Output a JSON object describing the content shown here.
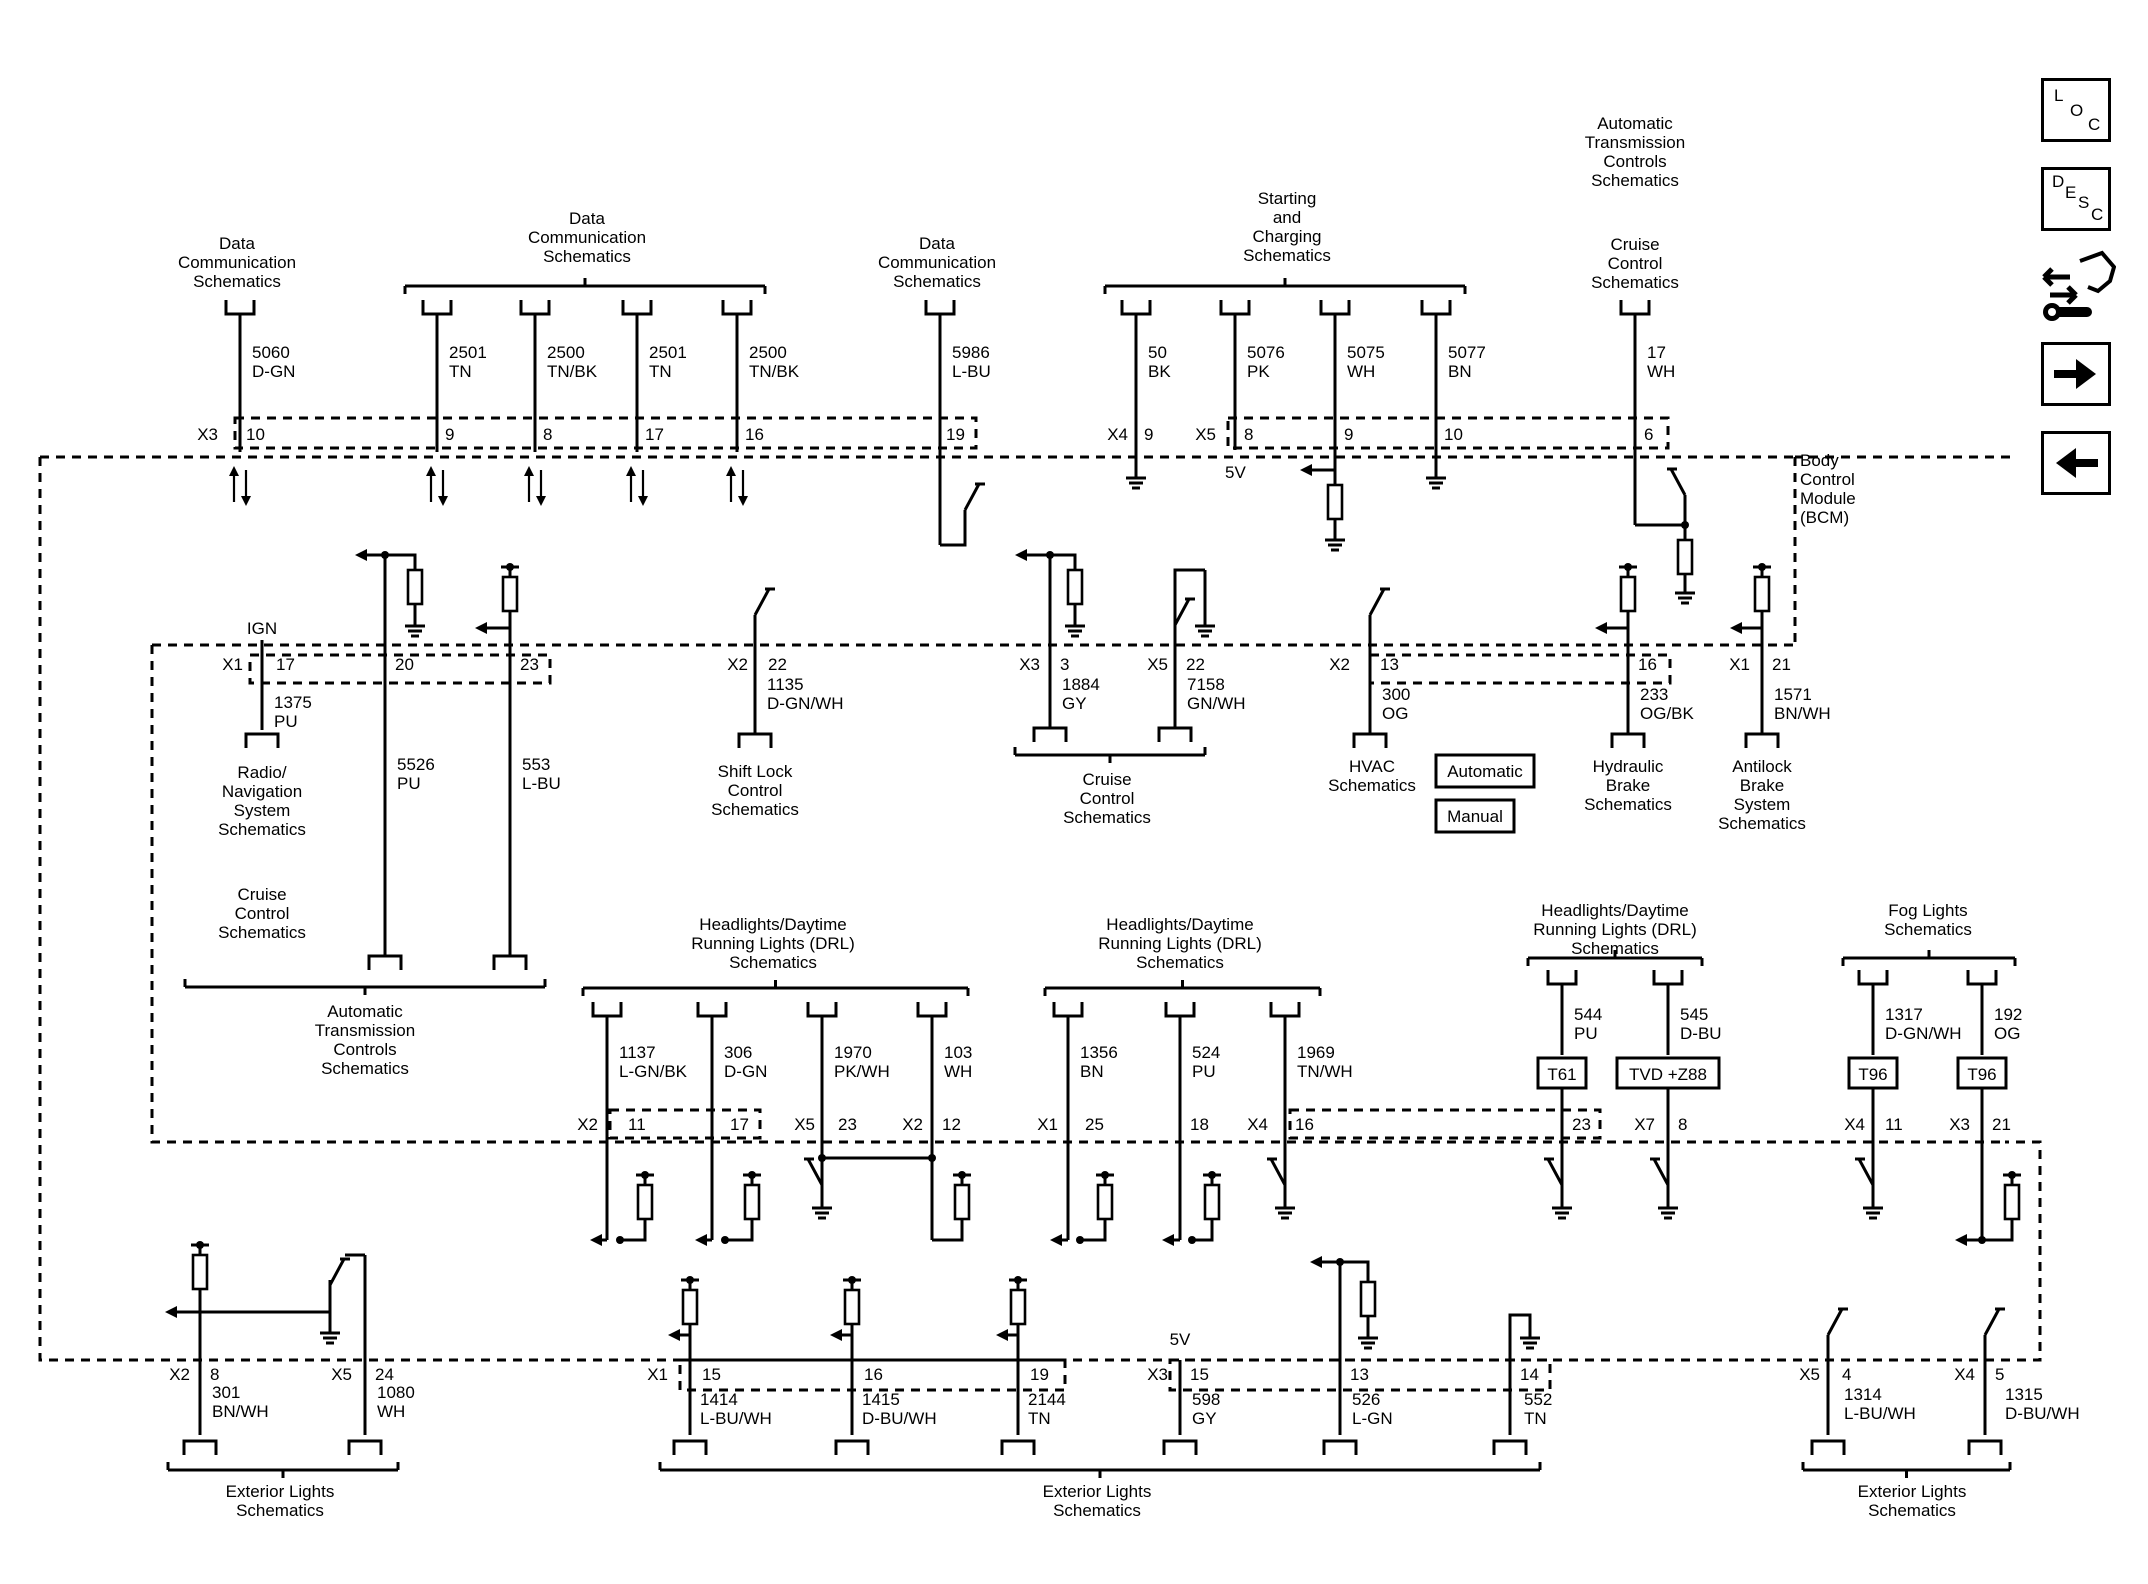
{
  "nav": {
    "loc": [
      "L",
      "O",
      "C"
    ],
    "desc": [
      "D",
      "E",
      "S",
      "C"
    ]
  },
  "module": {
    "lines": [
      "Body",
      "Control",
      "Module",
      "(BCM)"
    ]
  },
  "refs": [
    {
      "lines": [
        "Data",
        "Communication",
        "Schematics"
      ]
    },
    {
      "lines": [
        "Data",
        "Communication",
        "Schematics"
      ]
    },
    {
      "lines": [
        "Data",
        "Communication",
        "Schematics"
      ]
    },
    {
      "lines": [
        "Starting",
        "and",
        "Charging",
        "Schematics"
      ]
    },
    {
      "lines": [
        "Automatic",
        "Transmission",
        "Controls",
        "Schematics"
      ]
    },
    {
      "lines": [
        "Cruise",
        "Control",
        "Schematics"
      ]
    },
    {
      "lines": [
        "Radio/",
        "Navigation",
        "System",
        "Schematics"
      ]
    },
    {
      "lines": [
        "Cruise",
        "Control",
        "Schematics"
      ]
    },
    {
      "lines": [
        "Automatic",
        "Transmission",
        "Controls",
        "Schematics"
      ]
    },
    {
      "lines": [
        "Shift Lock",
        "Control",
        "Schematics"
      ]
    },
    {
      "lines": [
        "Cruise",
        "Control",
        "Schematics"
      ]
    },
    {
      "lines": [
        "HVAC",
        "Schematics"
      ]
    },
    {
      "lines": [
        "Hydraulic",
        "Brake",
        "Schematics"
      ]
    },
    {
      "lines": [
        "Antilock",
        "Brake",
        "System",
        "Schematics"
      ]
    },
    {
      "lines": [
        "Headlights/Daytime",
        "Running Lights (DRL)",
        "Schematics"
      ]
    },
    {
      "lines": [
        "Headlights/Daytime",
        "Running Lights (DRL)",
        "Schematics"
      ]
    },
    {
      "lines": [
        "Headlights/Daytime",
        "Running Lights (DRL)",
        "Schematics"
      ]
    },
    {
      "lines": [
        "Fog Lights",
        "Schematics"
      ]
    },
    {
      "lines": [
        "Exterior Lights",
        "Schematics"
      ]
    },
    {
      "lines": [
        "Exterior Lights",
        "Schematics"
      ]
    },
    {
      "lines": [
        "Exterior Lights",
        "Schematics"
      ]
    }
  ],
  "option_boxes": [
    "Automatic",
    "Manual"
  ],
  "option_codes": [
    "T61",
    "TVD +Z88",
    "T96",
    "T96"
  ],
  "connectors": [
    "X3",
    "X4",
    "X5",
    "X1",
    "X2",
    "X3",
    "X5",
    "X2",
    "X1",
    "X2",
    "X5",
    "X2",
    "X1",
    "X4",
    "X7",
    "X4",
    "X3",
    "X2",
    "X5",
    "X1",
    "X3",
    "X5",
    "X4"
  ],
  "pins": [
    "10",
    "9",
    "8",
    "17",
    "16",
    "19",
    "9",
    "8",
    "9",
    "10",
    "6",
    "17",
    "20",
    "23",
    "22",
    "3",
    "22",
    "13",
    "16",
    "21",
    "11",
    "17",
    "23",
    "12",
    "25",
    "18",
    "16",
    "23",
    "8",
    "11",
    "21",
    "8",
    "24",
    "15",
    "16",
    "19",
    "15",
    "13",
    "14",
    "4",
    "5"
  ],
  "misc_labels": [
    "5V",
    "IGN",
    "5V"
  ],
  "circuits": [
    {
      "num": "5060",
      "color": "D-GN"
    },
    {
      "num": "2501",
      "color": "TN"
    },
    {
      "num": "2500",
      "color": "TN/BK"
    },
    {
      "num": "2501",
      "color": "TN"
    },
    {
      "num": "2500",
      "color": "TN/BK"
    },
    {
      "num": "5986",
      "color": "L-BU"
    },
    {
      "num": "50",
      "color": "BK"
    },
    {
      "num": "5076",
      "color": "PK"
    },
    {
      "num": "5075",
      "color": "WH"
    },
    {
      "num": "5077",
      "color": "BN"
    },
    {
      "num": "17",
      "color": "WH"
    },
    {
      "num": "1375",
      "color": "PU"
    },
    {
      "num": "5526",
      "color": "PU"
    },
    {
      "num": "553",
      "color": "L-BU"
    },
    {
      "num": "1135",
      "color": "D-GN/WH"
    },
    {
      "num": "1884",
      "color": "GY"
    },
    {
      "num": "7158",
      "color": "GN/WH"
    },
    {
      "num": "300",
      "color": "OG"
    },
    {
      "num": "233",
      "color": "OG/BK"
    },
    {
      "num": "1571",
      "color": "BN/WH"
    },
    {
      "num": "1137",
      "color": "L-GN/BK"
    },
    {
      "num": "306",
      "color": "D-GN"
    },
    {
      "num": "1970",
      "color": "PK/WH"
    },
    {
      "num": "103",
      "color": "WH"
    },
    {
      "num": "1356",
      "color": "BN"
    },
    {
      "num": "524",
      "color": "PU"
    },
    {
      "num": "1969",
      "color": "TN/WH"
    },
    {
      "num": "544",
      "color": "PU"
    },
    {
      "num": "545",
      "color": "D-BU"
    },
    {
      "num": "1317",
      "color": "D-GN/WH"
    },
    {
      "num": "192",
      "color": "OG"
    },
    {
      "num": "301",
      "color": "BN/WH"
    },
    {
      "num": "1080",
      "color": "WH"
    },
    {
      "num": "1414",
      "color": "L-BU/WH"
    },
    {
      "num": "1415",
      "color": "D-BU/WH"
    },
    {
      "num": "2144",
      "color": "TN"
    },
    {
      "num": "598",
      "color": "GY"
    },
    {
      "num": "526",
      "color": "L-GN"
    },
    {
      "num": "552",
      "color": "TN"
    },
    {
      "num": "1314",
      "color": "L-BU/WH"
    },
    {
      "num": "1315",
      "color": "D-BU/WH"
    }
  ]
}
